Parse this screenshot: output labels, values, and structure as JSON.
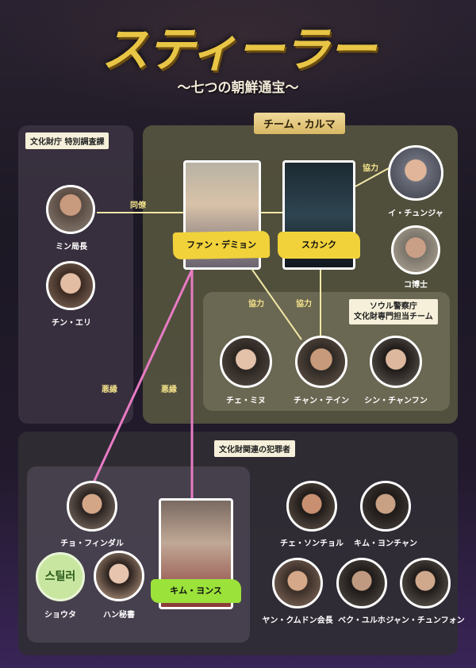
{
  "header": {
    "title": "スティーラー",
    "subtitle": "〜七つの朝鮮通宝〜"
  },
  "groups": {
    "bunka": "文化財庁 特別調査課",
    "karma": "チーム・カルマ",
    "seoul": "ソウル警察庁\n文化財専門担当チーム",
    "criminals": "文化財関連の犯罪者"
  },
  "relations": {
    "douryou": "同僚",
    "kyouryoku1": "協力",
    "kyouryoku2": "協力",
    "kyouryoku3": "協力",
    "akuen1": "悪縁",
    "akuen2": "悪縁"
  },
  "people": {
    "min": "ミン局長",
    "chin": "チン・エリ",
    "hwan": "ファン・デミョン",
    "skunk": "スカンク",
    "lee": "イ・チュンジャ",
    "ko": "コ博士",
    "che": "チェ・ミヌ",
    "chan": "チャン・テイン",
    "shin": "シン・チャンフン",
    "cho": "チョ・フィンダル",
    "shouta": "ショウタ",
    "han": "ハン秘書",
    "kim": "キム・ヨンス",
    "chesong": "チェ・ソンチョル",
    "kimyong": "キム・ヨンチャン",
    "yang": "ヤン・クムドン会長",
    "baek": "ベク・ユルホ",
    "jang": "ジャン・チュンフォン"
  },
  "logo_text": "스틸러"
}
